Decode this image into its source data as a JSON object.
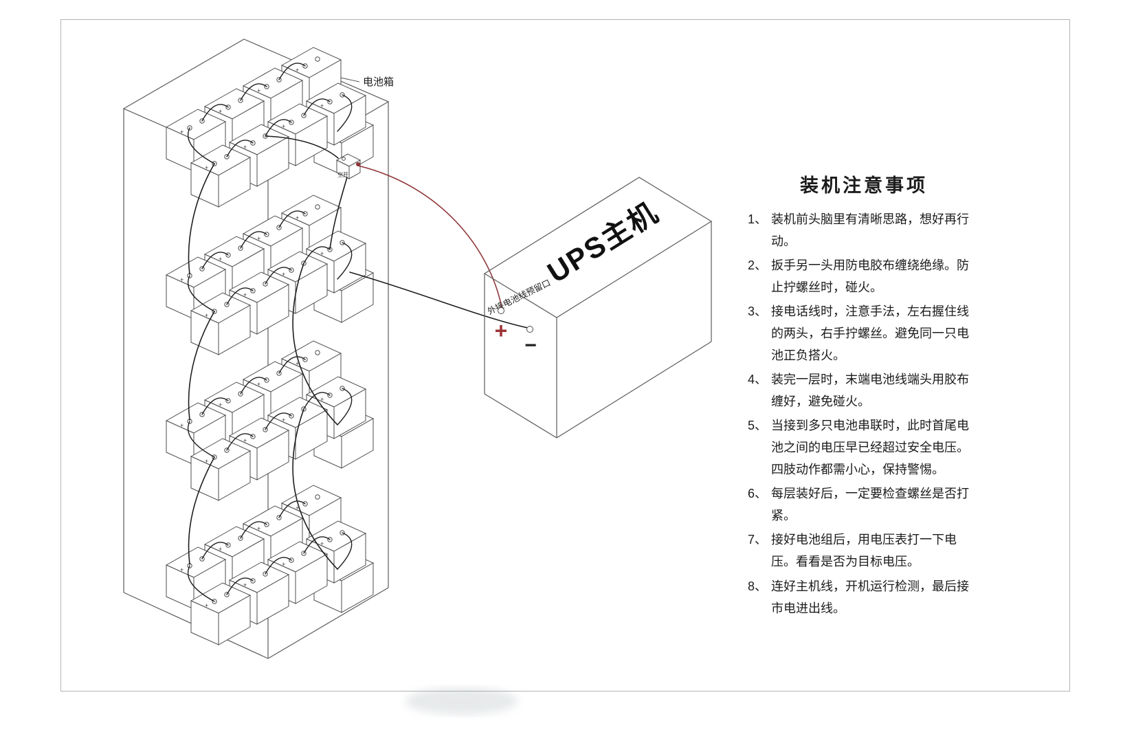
{
  "labels": {
    "battery_box": "电池箱",
    "breaker": "空开",
    "battery_plus": "+",
    "ups_title": "UPS主机",
    "port_label": "外接电池线预留口",
    "plus": "+",
    "minus": "−"
  },
  "notes_panel": {
    "title": "装机注意事项",
    "items": [
      {
        "num": "1、",
        "text": "装机前头脑里有清晰思路，想好再行动。"
      },
      {
        "num": "2、",
        "text": "扳手另一头用防电胶布缠绕绝缘。防止拧螺丝时，碰火。"
      },
      {
        "num": "3、",
        "text": "接电话线时，注意手法，左右握住线的两头，右手拧螺丝。避免同一只电池正负搭火。"
      },
      {
        "num": "4、",
        "text": "装完一层时，末端电池线端头用胶布缠好，避免碰火。"
      },
      {
        "num": "5、",
        "text": "当接到多只电池串联时，此时首尾电池之间的电压早已经超过安全电压。四肢动作都需小心，保持警惕。"
      },
      {
        "num": "6、",
        "text": "每层装好后，一定要检查螺丝是否打紧。"
      },
      {
        "num": "7、",
        "text": "接好电池组后，用电压表打一下电压。看看是否为目标电压。"
      },
      {
        "num": "8、",
        "text": "连好主机线，开机运行检测，最后接市电进出线。"
      }
    ]
  },
  "colors": {
    "wire_black": "#1d1d1d",
    "wire_red": "#8e3436",
    "plus_red": "#9c3335",
    "minus_black": "#222222"
  }
}
